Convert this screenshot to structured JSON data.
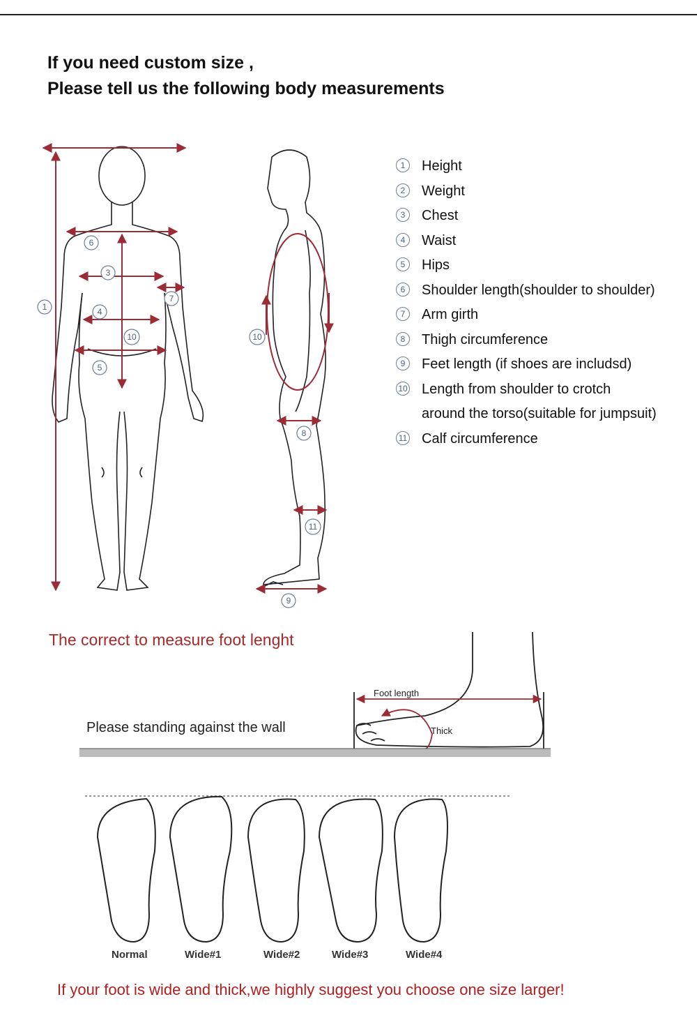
{
  "heading": {
    "line1": "If you need custom size ,",
    "line2": "Please tell us the following body measurements"
  },
  "legend": [
    {
      "num": "1",
      "label": "Height"
    },
    {
      "num": "2",
      "label": "Weight"
    },
    {
      "num": "3",
      "label": "Chest"
    },
    {
      "num": "4",
      "label": "Waist"
    },
    {
      "num": "5",
      "label": "Hips"
    },
    {
      "num": "6",
      "label": "Shoulder length(shoulder to shoulder)"
    },
    {
      "num": "7",
      "label": "Arm girth"
    },
    {
      "num": "8",
      "label": "Thigh circumference"
    },
    {
      "num": "9",
      "label": "Feet length (if shoes are includsd)"
    },
    {
      "num": "10",
      "label": "Length from shoulder to crotch"
    },
    {
      "num": "",
      "label": "around the torso(suitable for jumpsuit)"
    },
    {
      "num": "11",
      "label": "Calf circumference"
    }
  ],
  "diagram_markers": {
    "front": [
      "1",
      "3",
      "4",
      "5",
      "6",
      "7",
      "10"
    ],
    "side": [
      "8",
      "9",
      "10",
      "11"
    ]
  },
  "foot_section": {
    "title": "The correct to measure foot lenght",
    "wall_text": "Please standing against the wall",
    "foot_length_label": "Foot length",
    "thick_label": "Thick"
  },
  "foot_types": [
    "Normal",
    "Wide#1",
    "Wide#2",
    "Wide#3",
    "Wide#4"
  ],
  "bottom_note": "If your foot is wide and thick,we highly suggest you choose one size larger!",
  "colors": {
    "arrow_red": "#9b2c35",
    "title_red": "#a52a2a",
    "marker_blue": "#4a5f82",
    "line": "#222222"
  }
}
